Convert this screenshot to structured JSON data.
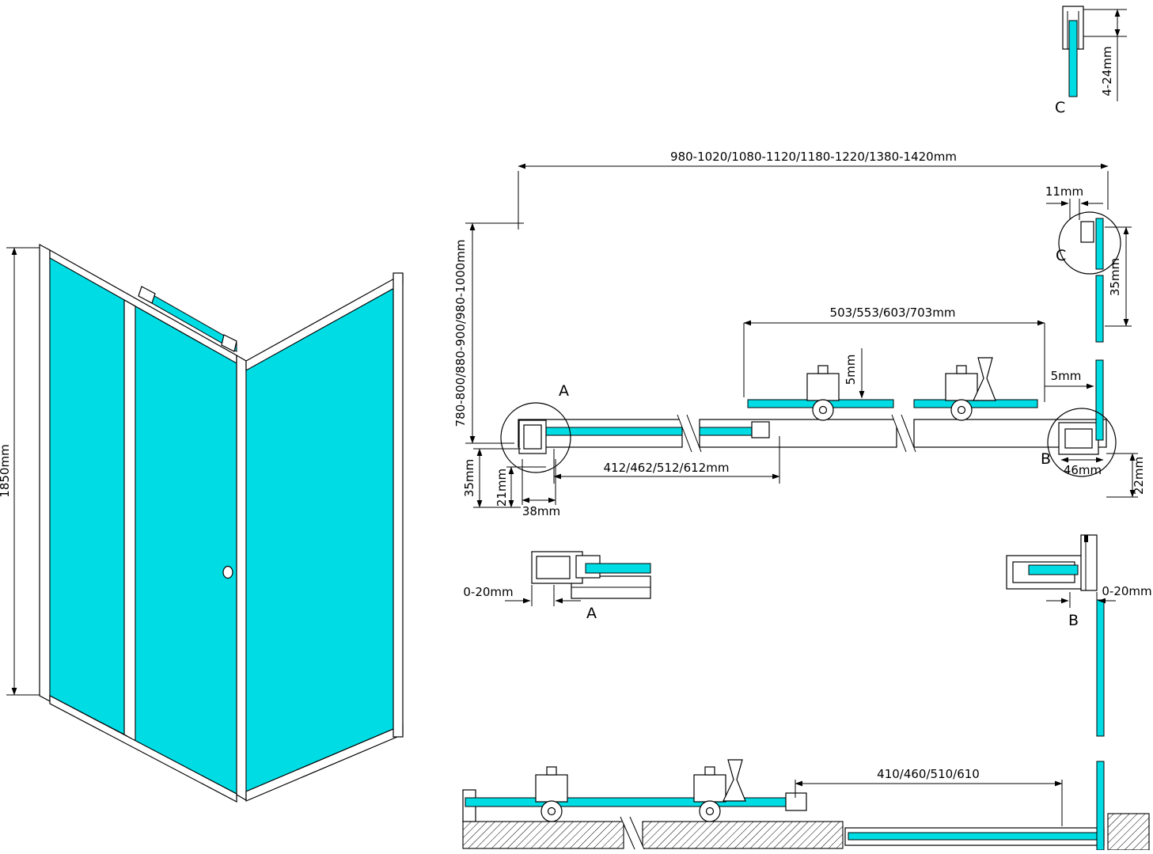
{
  "drawing": {
    "type": "technical-dimension-drawing",
    "subject": "corner shower enclosure with sliding door",
    "colors": {
      "glass": "#00DCE4",
      "lines": "#000000",
      "background": "#FFFFFF"
    }
  },
  "labels": {
    "height_3d": "1850mm",
    "c_top_adjust": "4-24mm",
    "c_top": "C",
    "overall_width": "980-1020/1080-1120/1180-1220/1380-1420mm",
    "c_profile_width": "11mm",
    "c_detail": "C",
    "c_profile_depth": "35mm",
    "door_glass_width": "503/553/603/703mm",
    "glass_thickness": "5mm",
    "enclosure_depth": "780-800/880-900/980-1000mm",
    "a_detail": "A",
    "b_glass_thickness": "5mm",
    "b_detail": "B",
    "b_profile_width": "46mm",
    "b_profile_depth": "22mm",
    "fixed_glass_width": "412/462/512/612mm",
    "a_profile_depth": "35mm",
    "a_profile_inner": "21mm",
    "a_profile_width": "38mm",
    "a_adjust": "0-20mm",
    "a_bottom": "A",
    "b_adjust": "0-20mm",
    "b_bottom": "B",
    "bottom_glass_width": "410/460/510/610"
  }
}
